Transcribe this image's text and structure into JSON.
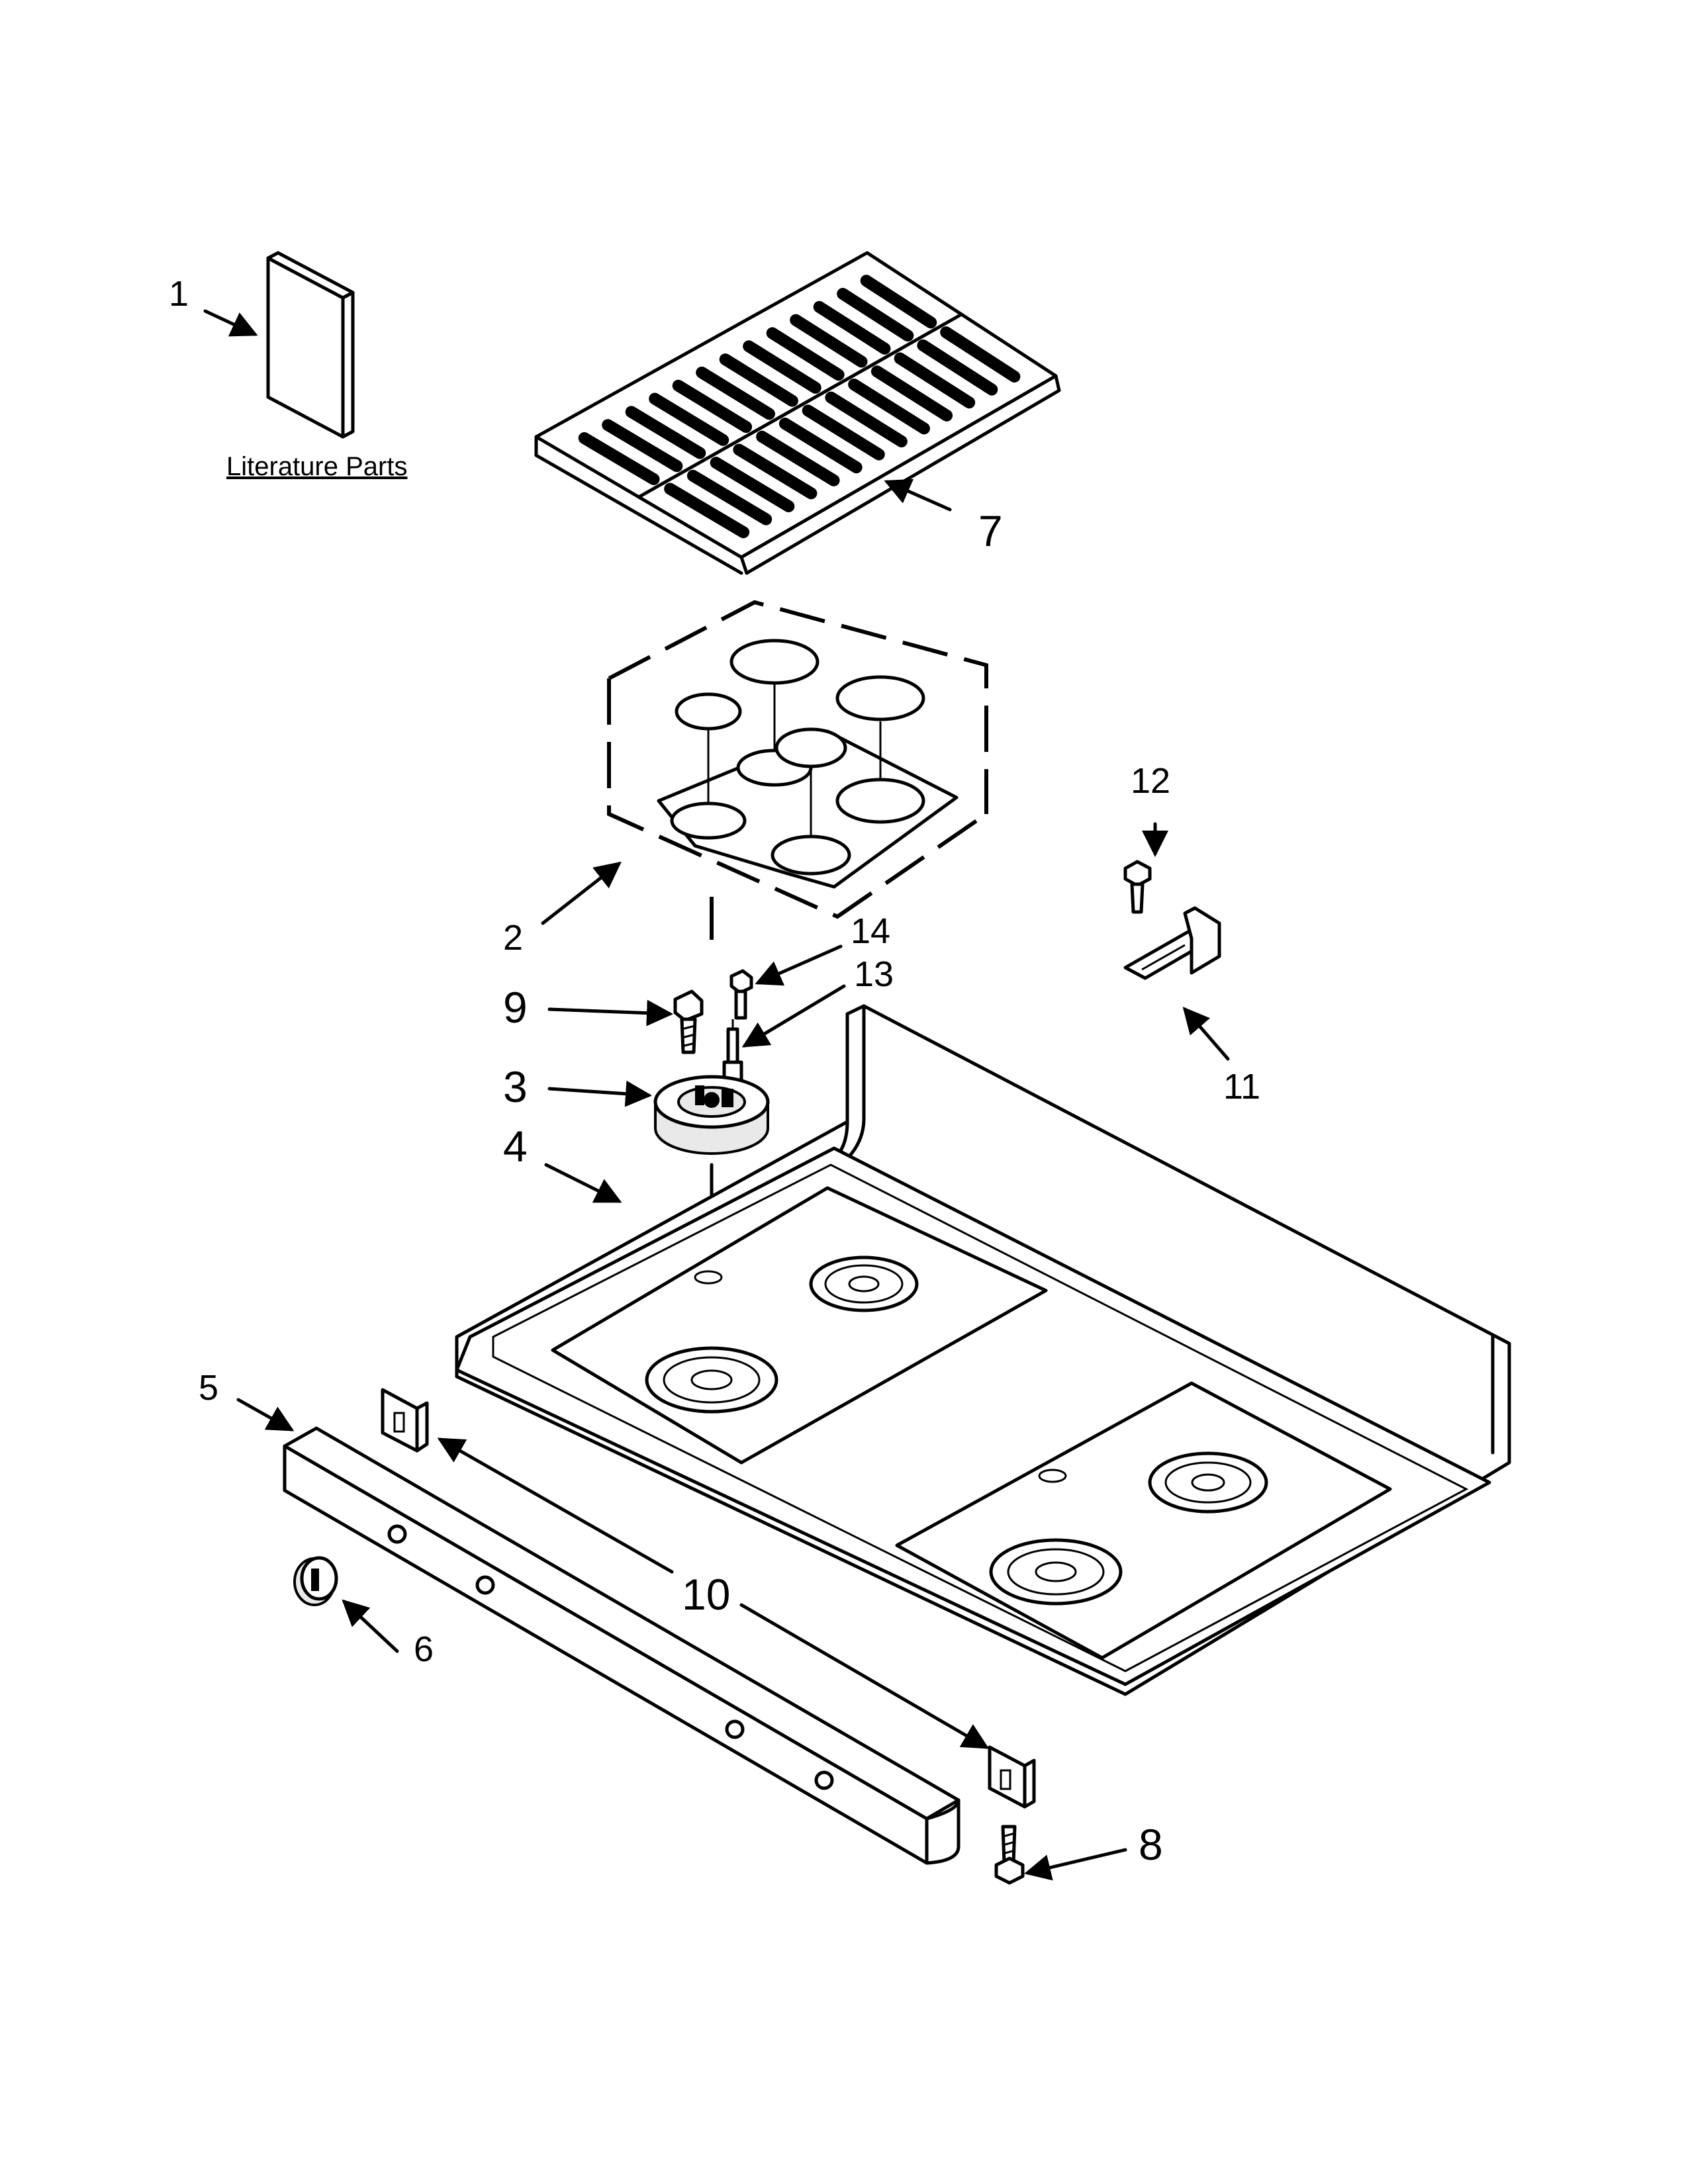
{
  "literature_label": "Literature Parts",
  "callouts": [
    {
      "id": "1",
      "label": "1"
    },
    {
      "id": "2",
      "label": "2"
    },
    {
      "id": "3",
      "label": "3"
    },
    {
      "id": "4",
      "label": "4"
    },
    {
      "id": "5",
      "label": "5"
    },
    {
      "id": "6",
      "label": "6"
    },
    {
      "id": "7",
      "label": "7"
    },
    {
      "id": "8",
      "label": "8"
    },
    {
      "id": "9",
      "label": "9"
    },
    {
      "id": "10",
      "label": "10"
    },
    {
      "id": "11",
      "label": "11"
    },
    {
      "id": "12",
      "label": "12"
    },
    {
      "id": "13",
      "label": "13"
    },
    {
      "id": "14",
      "label": "14"
    }
  ]
}
